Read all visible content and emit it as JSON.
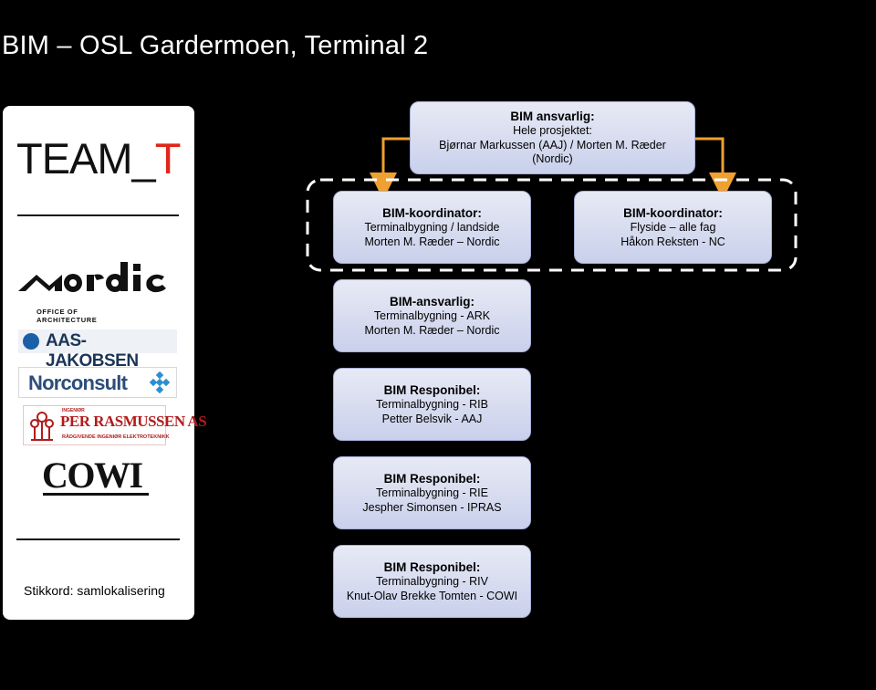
{
  "title": "BIM – OSL Gardermoen, Terminal 2",
  "sidebar": {
    "team_prefix": "TEAM_",
    "team_suffix": "T",
    "nordic_logo_text": "nordic",
    "nordic_sub_line1": "OFFICE OF",
    "nordic_sub_line2": "ARCHITECTURE",
    "aas_jakobsen": "AAS-JAKOBSEN",
    "norconsult": "Norconsult",
    "per_rasmussen_top": "INGENIØR",
    "per_rasmussen": "PER RASMUSSEN AS",
    "per_rasmussen_sub": "RÅDGIVENDE INGENIØR ELEKTROTEKNIKK",
    "cowi": "COWI",
    "footer": "Stikkord: samlokalisering"
  },
  "boxes": {
    "bim_ansvarlig_top": {
      "heading": "BIM ansvarlig:",
      "line1": "Hele prosjektet:",
      "line2": "Bjørnar Markussen (AAJ) / Morten M. Ræder",
      "line3": "(Nordic)"
    },
    "koordinator_left": {
      "heading": "BIM-koordinator:",
      "line1": "Terminalbygning / landside",
      "line2": "Morten M. Ræder – Nordic"
    },
    "koordinator_right": {
      "heading": "BIM-koordinator:",
      "line1": "Flyside – alle fag",
      "line2": "Håkon Reksten - NC"
    },
    "ansvarlig_ark": {
      "heading": "BIM-ansvarlig:",
      "line1": "Terminalbygning - ARK",
      "line2": "Morten M. Ræder – Nordic"
    },
    "responsibel_rib": {
      "heading": "BIM Responibel:",
      "line1": "Terminalbygning - RIB",
      "line2": "Petter Belsvik - AAJ"
    },
    "responsibel_rie": {
      "heading": "BIM Responibel:",
      "line1": "Terminalbygning - RIE",
      "line2": "Jespher Simonsen - IPRAS"
    },
    "responsibel_riv": {
      "heading": "BIM Responibel:",
      "line1": "Terminalbygning - RIV",
      "line2": "Knut-Olav Brekke Tomten - COWI"
    }
  },
  "colors": {
    "background": "#000000",
    "box_fill_top": "#e7eaf5",
    "box_fill_bottom": "#c9d0eb",
    "box_border": "#a7b1d8",
    "arrow": "#f0a030",
    "team_accent": "#e0261b"
  }
}
